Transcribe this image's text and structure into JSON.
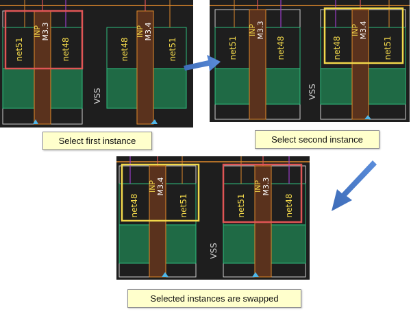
{
  "panels": [
    {
      "id": "panel-1",
      "caption": "Select first instance",
      "supply_label": "VSS",
      "left_cell": {
        "left_net": "net51",
        "gate_net": "INP",
        "instance": "M3.3",
        "right_net": "net48"
      },
      "right_cell": {
        "left_net": "net48",
        "gate_net": "INP",
        "instance": "M3.4",
        "right_net": "net51"
      },
      "selection": [
        {
          "target": "left_cell",
          "color": "#e05555"
        }
      ]
    },
    {
      "id": "panel-2",
      "caption": "Select second instance",
      "supply_label": "VSS",
      "left_cell": {
        "left_net": "net51",
        "gate_net": "INP",
        "instance": "M3.3",
        "right_net": "net48"
      },
      "right_cell": {
        "left_net": "net48",
        "gate_net": "INP",
        "instance": "M3.4",
        "right_net": "net51"
      },
      "selection": [
        {
          "target": "right_cell",
          "color": "#f2d84b"
        }
      ]
    },
    {
      "id": "panel-3",
      "caption": "Selected instances are swapped",
      "supply_label": "VSS",
      "left_cell": {
        "left_net": "net48",
        "gate_net": "INP",
        "instance": "M3.4",
        "right_net": "net51"
      },
      "right_cell": {
        "left_net": "net51",
        "gate_net": "INP",
        "instance": "M3.3",
        "right_net": "net48"
      },
      "selection": [
        {
          "target": "left_cell",
          "color": "#f2d84b"
        },
        {
          "target": "right_cell",
          "color": "#e05555"
        }
      ]
    }
  ],
  "colors": {
    "background": "#1e1e1e",
    "diffusion": "#1f8a5a",
    "poly": "#7a3f1f",
    "metal_rail": "#e08a2c",
    "net_text": "#f2d84b",
    "instance_text": "#ffffff",
    "arrow": "#4a7ac8",
    "caption_fill": "#ffffcc"
  },
  "icons": [
    "right-arrow-icon",
    "down-left-arrow-icon",
    "pin-marker-icon"
  ]
}
